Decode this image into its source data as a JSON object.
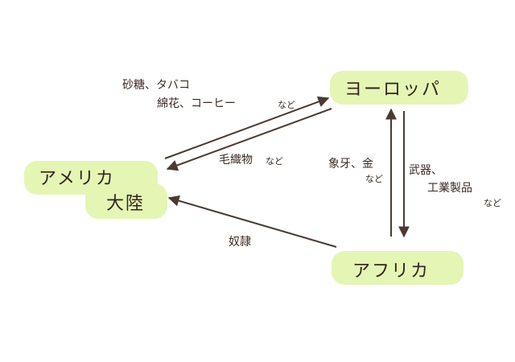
{
  "nodes": {
    "europe": "ヨーロッパ",
    "america_line1": "アメリカ",
    "america_line2": "大陸",
    "africa": "アフリカ"
  },
  "edges": {
    "america_to_europe": {
      "line1": "砂糖、タバコ",
      "line2": "綿花、コーヒー",
      "suffix": "など"
    },
    "europe_to_america": {
      "text": "毛織物",
      "suffix": "など"
    },
    "africa_to_europe": {
      "text": "象牙、金",
      "suffix": "など"
    },
    "europe_to_africa": {
      "line1": "武器、",
      "line2": "工業製品",
      "suffix": "など"
    },
    "africa_to_america": {
      "text": "奴隷"
    }
  },
  "colors": {
    "node_fill": "#e5f5b4",
    "arrow": "#4a3a32",
    "text": "#3a2a22"
  }
}
